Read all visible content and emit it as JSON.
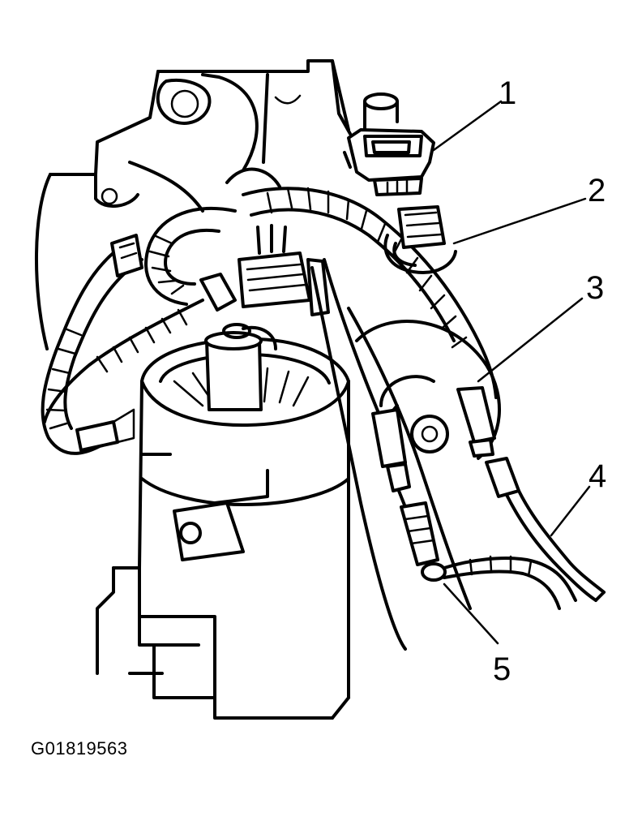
{
  "figure": {
    "callouts": [
      {
        "number": "1",
        "component": "connector-housing"
      },
      {
        "number": "2",
        "component": "harness-connector"
      },
      {
        "number": "3",
        "component": "starter-solenoid-terminal"
      },
      {
        "number": "4",
        "component": "cable"
      },
      {
        "number": "5",
        "component": "wire-terminal-eyelet"
      }
    ],
    "figure_id": "G01819563"
  }
}
